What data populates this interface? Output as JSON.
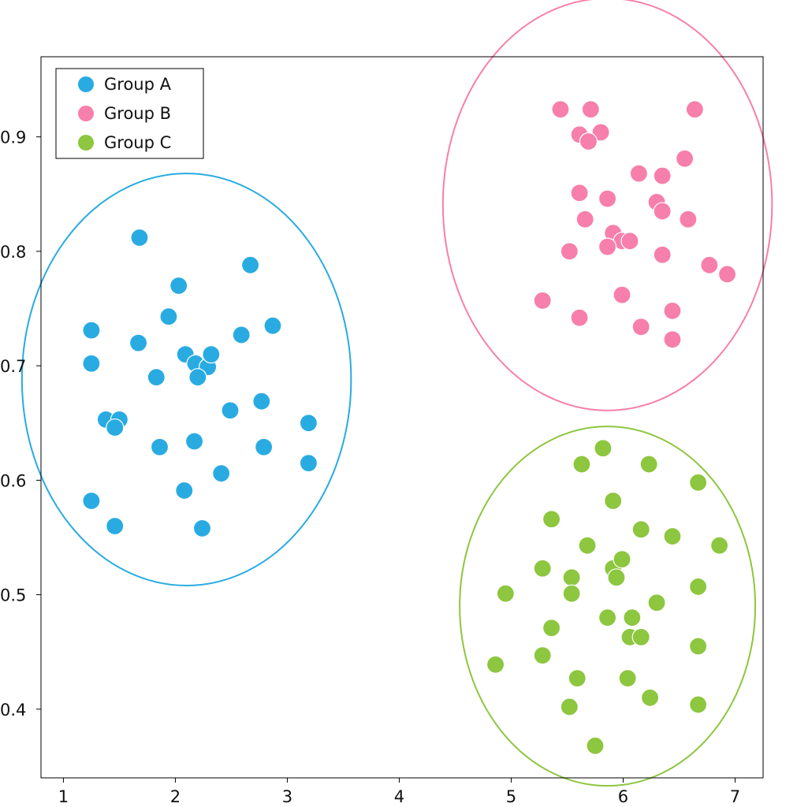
{
  "chart_data": {
    "type": "scatter",
    "title": "",
    "xlabel": "",
    "ylabel": "",
    "xlim": [
      0.8,
      7.25
    ],
    "ylim": [
      0.34,
      0.97
    ],
    "x_ticks": [
      1,
      2,
      3,
      4,
      5,
      6,
      7
    ],
    "y_ticks": [
      0.4,
      0.5,
      0.6,
      0.7,
      0.8,
      0.9
    ],
    "x_tick_labels": [
      "1",
      "2",
      "3",
      "4",
      "5",
      "6",
      "7"
    ],
    "y_tick_labels": [
      "0.4",
      "0.5",
      "0.6",
      "0.7",
      "0.8",
      "0.9"
    ],
    "grid": false,
    "legend_position": "top-left",
    "series": [
      {
        "name": "Group A",
        "color": "#29abe2",
        "ellipse": {
          "cx": 2.1,
          "cy": 0.688,
          "rx": 1.47,
          "ry": 0.18
        },
        "points": [
          [
            1.68,
            0.812
          ],
          [
            2.67,
            0.788
          ],
          [
            2.03,
            0.77
          ],
          [
            1.94,
            0.743
          ],
          [
            1.25,
            0.731
          ],
          [
            2.87,
            0.735
          ],
          [
            1.67,
            0.72
          ],
          [
            2.59,
            0.727
          ],
          [
            1.25,
            0.702
          ],
          [
            2.09,
            0.71
          ],
          [
            2.18,
            0.702
          ],
          [
            2.29,
            0.699
          ],
          [
            2.32,
            0.71
          ],
          [
            1.83,
            0.69
          ],
          [
            2.2,
            0.69
          ],
          [
            2.49,
            0.661
          ],
          [
            2.77,
            0.669
          ],
          [
            1.38,
            0.653
          ],
          [
            1.5,
            0.653
          ],
          [
            1.46,
            0.646
          ],
          [
            3.19,
            0.65
          ],
          [
            1.86,
            0.629
          ],
          [
            2.17,
            0.634
          ],
          [
            2.79,
            0.629
          ],
          [
            3.19,
            0.615
          ],
          [
            2.41,
            0.606
          ],
          [
            2.08,
            0.591
          ],
          [
            1.25,
            0.582
          ],
          [
            1.46,
            0.56
          ],
          [
            2.24,
            0.558
          ]
        ]
      },
      {
        "name": "Group B",
        "color": "#f77fab",
        "ellipse": {
          "cx": 5.86,
          "cy": 0.841,
          "rx": 1.47,
          "ry": 0.18
        },
        "points": [
          [
            5.44,
            0.924
          ],
          [
            5.71,
            0.924
          ],
          [
            6.64,
            0.924
          ],
          [
            5.61,
            0.902
          ],
          [
            5.8,
            0.904
          ],
          [
            5.69,
            0.896
          ],
          [
            6.55,
            0.881
          ],
          [
            6.14,
            0.868
          ],
          [
            6.35,
            0.866
          ],
          [
            5.61,
            0.851
          ],
          [
            5.86,
            0.846
          ],
          [
            6.3,
            0.843
          ],
          [
            6.35,
            0.835
          ],
          [
            5.66,
            0.828
          ],
          [
            6.58,
            0.828
          ],
          [
            5.91,
            0.816
          ],
          [
            5.99,
            0.809
          ],
          [
            6.06,
            0.809
          ],
          [
            5.86,
            0.804
          ],
          [
            5.52,
            0.8
          ],
          [
            6.35,
            0.797
          ],
          [
            6.77,
            0.788
          ],
          [
            6.93,
            0.78
          ],
          [
            5.99,
            0.762
          ],
          [
            5.28,
            0.757
          ],
          [
            6.44,
            0.748
          ],
          [
            5.61,
            0.742
          ],
          [
            6.16,
            0.734
          ],
          [
            6.44,
            0.723
          ]
        ]
      },
      {
        "name": "Group C",
        "color": "#8dc63f",
        "ellipse": {
          "cx": 5.86,
          "cy": 0.49,
          "rx": 1.32,
          "ry": 0.157
        },
        "points": [
          [
            5.82,
            0.628
          ],
          [
            5.63,
            0.614
          ],
          [
            6.23,
            0.614
          ],
          [
            6.67,
            0.598
          ],
          [
            5.91,
            0.582
          ],
          [
            5.36,
            0.566
          ],
          [
            6.16,
            0.557
          ],
          [
            6.44,
            0.551
          ],
          [
            5.68,
            0.543
          ],
          [
            6.86,
            0.543
          ],
          [
            5.28,
            0.523
          ],
          [
            5.91,
            0.523
          ],
          [
            5.99,
            0.531
          ],
          [
            5.54,
            0.515
          ],
          [
            5.94,
            0.515
          ],
          [
            6.67,
            0.507
          ],
          [
            4.95,
            0.501
          ],
          [
            5.54,
            0.501
          ],
          [
            6.3,
            0.493
          ],
          [
            5.86,
            0.48
          ],
          [
            6.08,
            0.48
          ],
          [
            5.36,
            0.471
          ],
          [
            6.06,
            0.463
          ],
          [
            6.16,
            0.463
          ],
          [
            6.67,
            0.455
          ],
          [
            5.28,
            0.447
          ],
          [
            4.86,
            0.439
          ],
          [
            5.59,
            0.427
          ],
          [
            6.04,
            0.427
          ],
          [
            6.24,
            0.41
          ],
          [
            6.67,
            0.404
          ],
          [
            5.52,
            0.402
          ],
          [
            5.75,
            0.368
          ]
        ]
      }
    ]
  }
}
